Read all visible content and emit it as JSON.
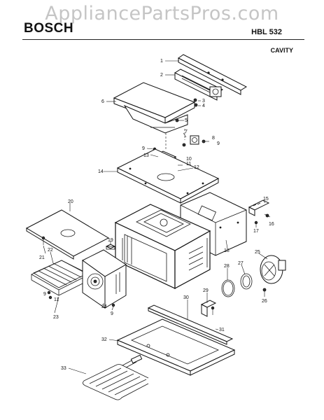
{
  "watermark": "AppliancePartsPros.com",
  "header": {
    "brand": "BOSCH",
    "model": "HBL 532",
    "section": "CAVITY"
  },
  "callouts": [
    "1",
    "2",
    "3",
    "4",
    "5",
    "6",
    "7",
    "8",
    "9",
    "9",
    "13",
    "10",
    "11",
    "12",
    "14",
    "15",
    "16",
    "17",
    "18",
    "19",
    "20",
    "21",
    "22",
    "9",
    "11",
    "23",
    "24",
    "9",
    "25",
    "26",
    "27",
    "28",
    "29",
    "30",
    "31",
    "32",
    "33"
  ]
}
